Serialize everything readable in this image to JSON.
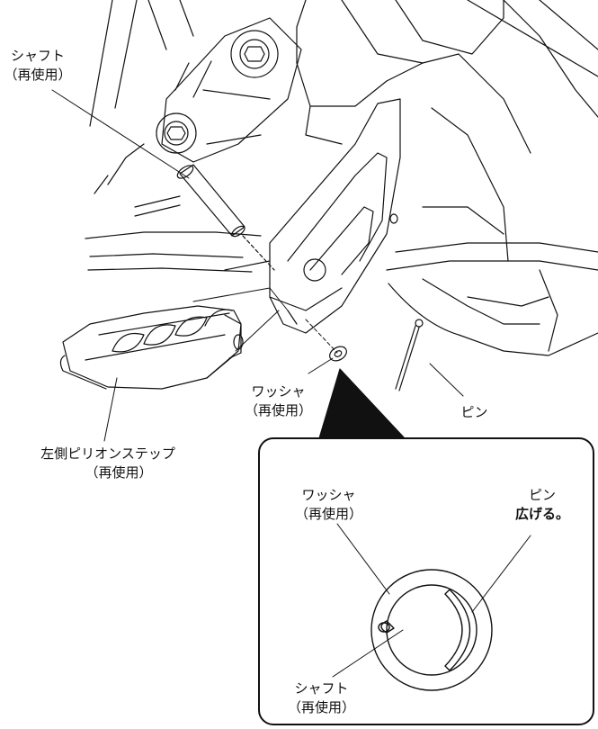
{
  "labels": {
    "shaft_top": {
      "name": "シャフト",
      "note": "（再使用）"
    },
    "washer_main": {
      "name": "ワッシャ",
      "note": "（再使用）"
    },
    "pin_main": {
      "name": "ピン"
    },
    "step": {
      "name": "左側ピリオンステップ",
      "note": "（再使用）"
    },
    "inset_washer": {
      "name": "ワッシャ",
      "note": "（再使用）"
    },
    "inset_pin": {
      "name": "ピン",
      "note": "広げる。"
    },
    "inset_shaft": {
      "name": "シャフト",
      "note": "（再使用）"
    }
  },
  "colors": {
    "line": "#111111",
    "paper": "#ffffff",
    "fill": "#111111"
  }
}
